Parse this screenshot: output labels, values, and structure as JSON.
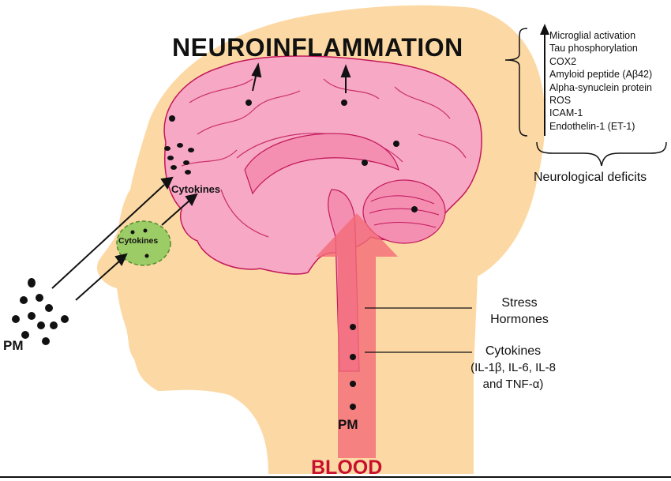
{
  "title": "NEUROINFLAMMATION",
  "effects": [
    "Microglial activation",
    "Tau phosphorylation",
    "COX2",
    "Amyloid peptide (Aβ42)",
    "Alpha-synuclein protein",
    "ROS",
    "ICAM-1",
    "Endothelin-1 (ET-1)"
  ],
  "outcome": "Neurological deficits",
  "labels": {
    "stress_line1": "Stress",
    "stress_line2": "Hormones",
    "cytokines_blood": "Cytokines",
    "cytokines_blood_detail1": "(IL-1β, IL-6, IL-8",
    "cytokines_blood_detail2": "and TNF-α)",
    "cytokines_brain": "Cytokines",
    "cytokines_nasal": "Cytokines",
    "pm_inhaled": "PM",
    "pm_blood": "PM",
    "blood": "BLOOD"
  },
  "colors": {
    "head": "#fcd9a4",
    "brain": "#f7a8c4",
    "brain_outline": "#c2185b",
    "nasal_zone": "#9ccc65",
    "blood_arrow": "#f26a78",
    "blood_text": "#c8102e"
  }
}
